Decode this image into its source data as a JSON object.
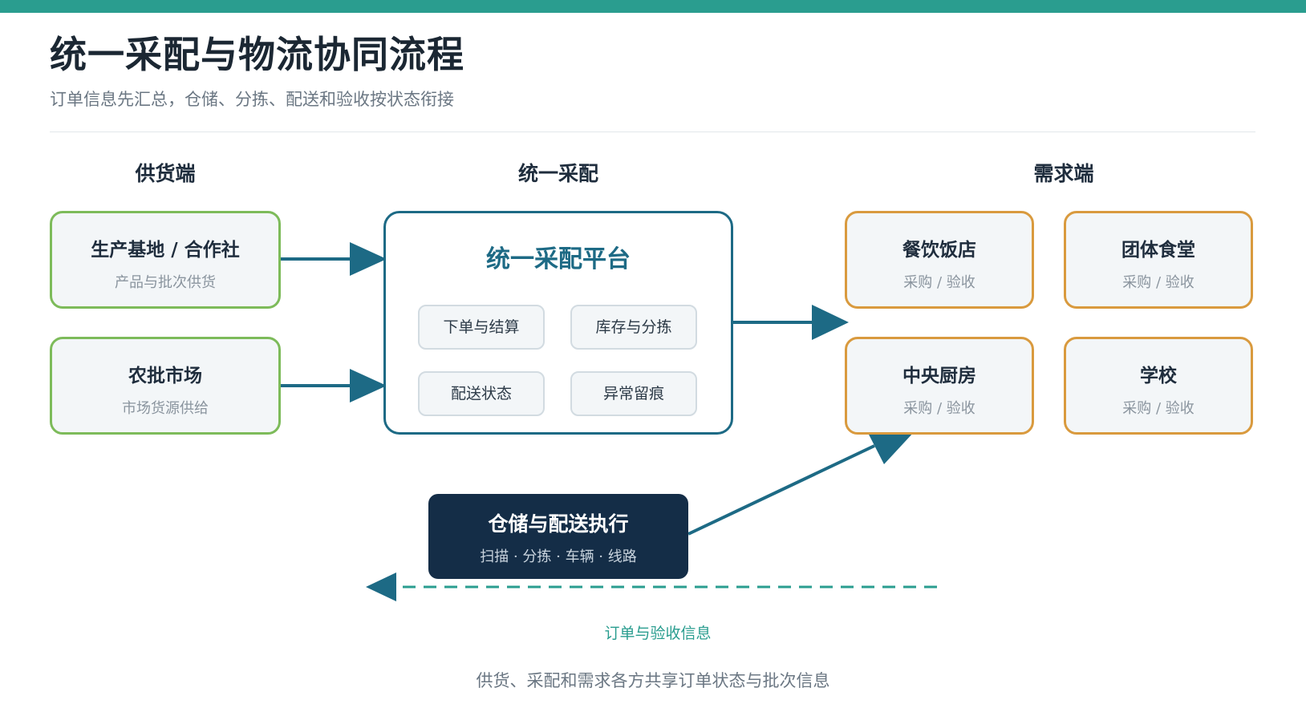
{
  "header": {
    "title": "统一采配与物流协同流程",
    "subtitle": "订单信息先汇总，仓储、分拣、配送和验收按状态衔接"
  },
  "columns": {
    "supply": "供货端",
    "platform": "统一采配",
    "demand": "需求端"
  },
  "supply_nodes": [
    {
      "title": "生产基地 / 合作社",
      "sub": "产品与批次供货"
    },
    {
      "title": "农批市场",
      "sub": "市场货源供给"
    }
  ],
  "platform": {
    "title": "统一采配平台",
    "modules": [
      "下单与结算",
      "库存与分拣",
      "配送状态",
      "异常留痕"
    ]
  },
  "demand_nodes": [
    {
      "title": "餐饮饭店",
      "sub": "采购 / 验收"
    },
    {
      "title": "团体食堂",
      "sub": "采购 / 验收"
    },
    {
      "title": "中央厨房",
      "sub": "采购 / 验收"
    },
    {
      "title": "学校",
      "sub": "采购 / 验收"
    }
  ],
  "execution": {
    "title": "仓储与配送执行",
    "sub": "扫描 · 分拣 · 车辆 · 线路"
  },
  "feedback_label": "订单与验收信息",
  "footer": "供货、采配和需求各方共享订单状态与批次信息",
  "colors": {
    "accent": "#2a9d8f",
    "supply_border": "#7dbb5a",
    "demand_border": "#d99a3e",
    "platform": "#1d6a85",
    "execution_bg": "#142d47"
  }
}
